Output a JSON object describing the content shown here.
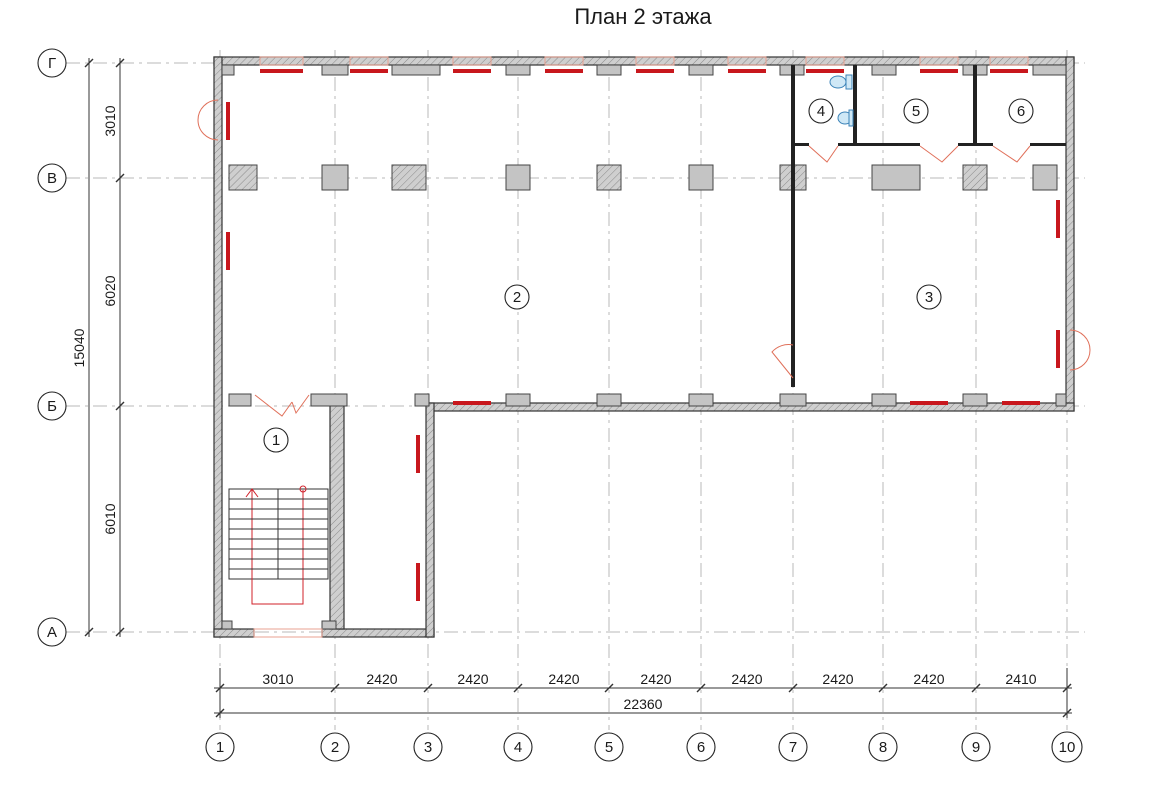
{
  "title": "План 2 этажа",
  "axes_letters": [
    "А",
    "Б",
    "В",
    "Г"
  ],
  "axes_numbers": [
    "1",
    "2",
    "3",
    "4",
    "5",
    "6",
    "7",
    "8",
    "9",
    "10"
  ],
  "dims_horizontal": [
    "3010",
    "2420",
    "2420",
    "2420",
    "2420",
    "2420",
    "2420",
    "2420",
    "2410"
  ],
  "dim_total_horizontal": "22360",
  "dims_vertical": [
    "6010",
    "6020",
    "3010"
  ],
  "dim_total_vertical": "15040",
  "rooms": [
    "1",
    "2",
    "3",
    "4",
    "5",
    "6"
  ],
  "colors": {
    "wall_fill": "#c8c8c8",
    "window": "#c8171d",
    "door": "#e0705a",
    "axis": "#b8b8b8",
    "stair_arrow": "#d0202a",
    "fixture": "#3b83b8"
  }
}
